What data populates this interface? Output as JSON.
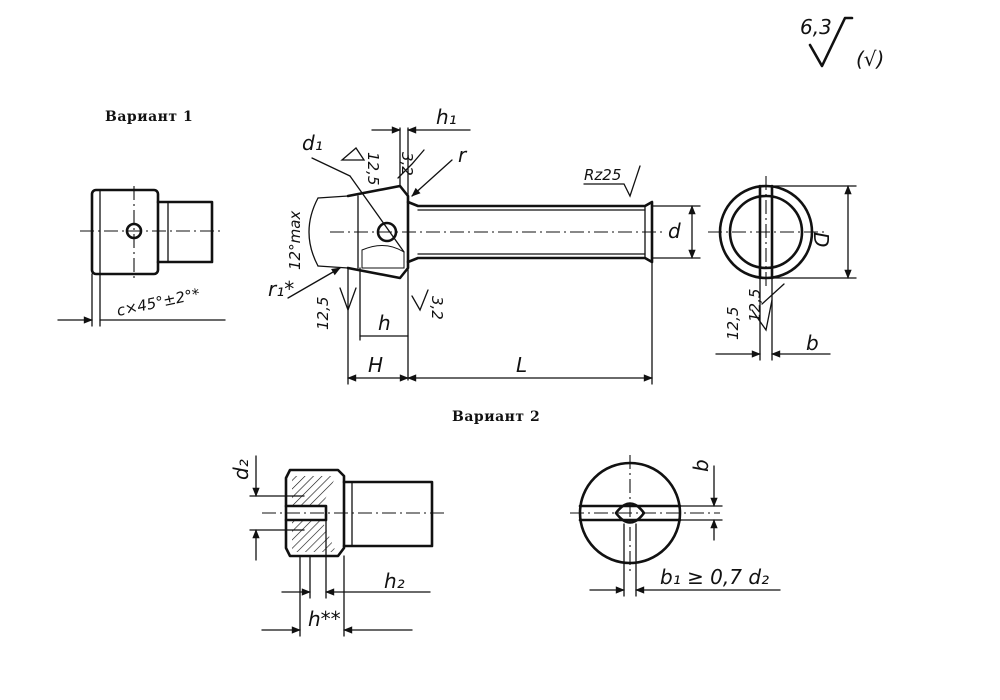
{
  "roughness": {
    "value": "6,3",
    "bracket": "(√)"
  },
  "variant1": {
    "caption": "Вариант 1",
    "chamfer": "c×45°±2°*",
    "d1": "d₁",
    "h1": "h₁",
    "r": "r",
    "r1": "r₁*",
    "angle": "12°max",
    "ra_top": "12,5",
    "ra_head": "3,2",
    "rz": "Rz25",
    "d": "d",
    "ra_left": "12,5",
    "h": "h",
    "ra_h": "3,2",
    "H": "H",
    "L": "L",
    "D": "D",
    "ra_side1": "12,5",
    "ra_side2": "12,5",
    "b": "b"
  },
  "variant2": {
    "caption": "Вариант 2",
    "d2": "d₂",
    "h2": "h₂",
    "h_star": "h**",
    "b": "b",
    "b1": "b₁ ≥ 0,7 d₂"
  }
}
